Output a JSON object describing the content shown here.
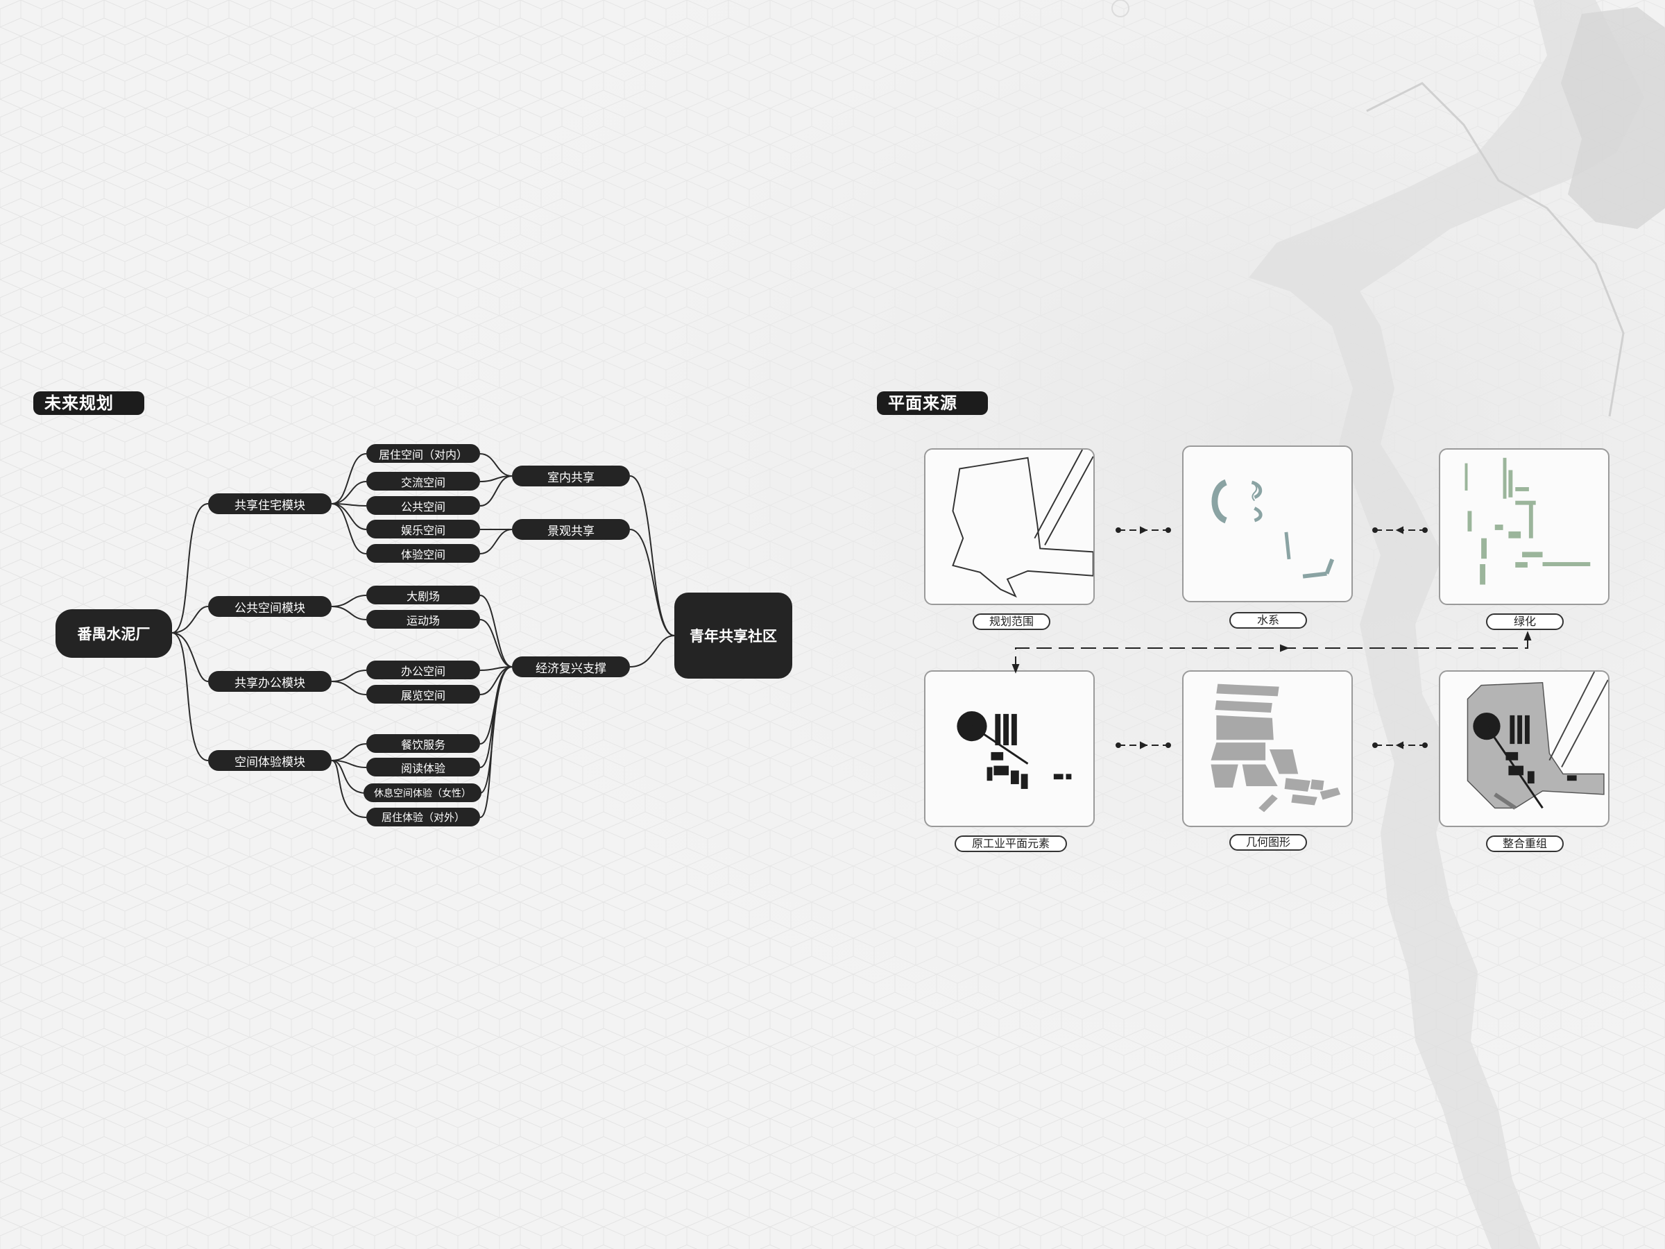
{
  "section_left": {
    "title": "未来规划"
  },
  "section_right": {
    "title": "平面来源"
  },
  "mindmap": {
    "root": "番禺水泥厂",
    "target": "青年共享社区",
    "modules": [
      "共享住宅模块",
      "公共空间模块",
      "共享办公模块",
      "空间体验模块"
    ],
    "leaves": [
      "居住空间（对内）",
      "交流空间",
      "公共空间",
      "娱乐空间",
      "体验空间",
      "大剧场",
      "运动场",
      "办公空间",
      "展览空间",
      "餐饮服务",
      "阅读体验",
      "休息空间体验（女性）",
      "居住体验（对外）"
    ],
    "groups": [
      "室内共享",
      "景观共享",
      "经济复兴支撑"
    ]
  },
  "plan_panels": [
    {
      "caption": "规划范围"
    },
    {
      "caption": "水系"
    },
    {
      "caption": "绿化"
    },
    {
      "caption": "原工业平面元素"
    },
    {
      "caption": "几何图形"
    },
    {
      "caption": "整合重组"
    }
  ],
  "colors": {
    "dark": "#242424",
    "water": "#8aa3a3",
    "green": "#9bb59b",
    "background": "#f3f3f3"
  }
}
